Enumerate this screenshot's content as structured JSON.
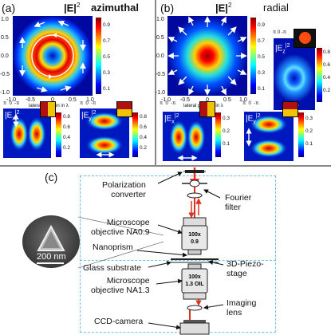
{
  "panel_a": {
    "label": "(a)",
    "title_e": "|E|",
    "title_sup": "2",
    "mode": "azimuthal",
    "y_ticks": [
      "1.0",
      "0.5",
      "0.0",
      "-0.5",
      "-1.0"
    ],
    "x_ticks": [
      "-1.0",
      "-0.5",
      "0",
      "0.5",
      "1.0"
    ],
    "x_axis_label": "lateral position in λ",
    "colorbar_ticks": [
      "0.9",
      "0.7",
      "0.5",
      "0.3",
      "0.1"
    ],
    "sub_x": {
      "label": "|E",
      "sub": "x",
      "sup": "|2",
      "polar_ticks": [
        "π",
        "0",
        "-π"
      ],
      "colorbar_ticks": [
        "0.8",
        "0.6",
        "0.4",
        "0.2"
      ]
    },
    "sub_y": {
      "label": "|E",
      "sub": "y",
      "sup": "|2",
      "polar_ticks": [
        "π",
        "0",
        "-π"
      ],
      "colorbar_ticks": [
        "0.8",
        "0.6",
        "0.4",
        "0.2"
      ]
    }
  },
  "panel_b": {
    "label": "(b)",
    "title_e": "|E|",
    "title_sup": "2",
    "mode": "radial",
    "y_ticks": [
      "1.0",
      "0.5",
      "0.0",
      "-0.5",
      "-1.0"
    ],
    "x_ticks": [
      "-1.0",
      "-0.5",
      "0",
      "0.5",
      "1.0"
    ],
    "x_axis_label": "lateral position in λ",
    "colorbar_ticks": [
      "0.9",
      "0.7",
      "0.5",
      "0.3",
      "0.1"
    ],
    "sub_z": {
      "label": "|E",
      "sub": "z",
      "sup": "|2",
      "polar_ticks": [
        "π",
        "0",
        "-π"
      ],
      "colorbar_ticks": [
        "0.8",
        "0.6",
        "0.4",
        "0.2"
      ]
    },
    "sub_x": {
      "label": "|E",
      "sub": "x",
      "sup": "|2",
      "polar_ticks": [
        "π",
        "0",
        "-π"
      ],
      "colorbar_ticks": [
        "0.3",
        "0.2",
        "0.1"
      ]
    },
    "sub_y": {
      "label": "|E",
      "sub": "y",
      "sup": "|2",
      "polar_ticks": [
        "π",
        "0",
        "-π"
      ],
      "colorbar_ticks": [
        "0.3",
        "0.2",
        "0.1"
      ]
    }
  },
  "panel_c": {
    "label": "(c)",
    "scale_bar": "200 nm",
    "labels": {
      "polarization_converter": "Polarization\nconverter",
      "microscope_objective_top": "Microscope\nobjective NA0.9",
      "nanoprism": "Nanoprism",
      "glass_substrate": "Glass substrate",
      "microscope_objective_bottom": "Microscope\nobjective NA1.3",
      "ccd_camera": "CCD-camera",
      "fourier_filter": "Fourier\nfilter",
      "piezo_stage": "3D-Piezo-\nstage",
      "imaging_lens": "Imaging\nlens"
    },
    "objective_top_text": [
      "100x",
      "0.9"
    ],
    "objective_bottom_text": [
      "100x",
      "1.3 OIL"
    ]
  },
  "colors": {
    "accent_red": "#e0301e",
    "dash": "#6cc4e8",
    "divider": "#888888"
  }
}
